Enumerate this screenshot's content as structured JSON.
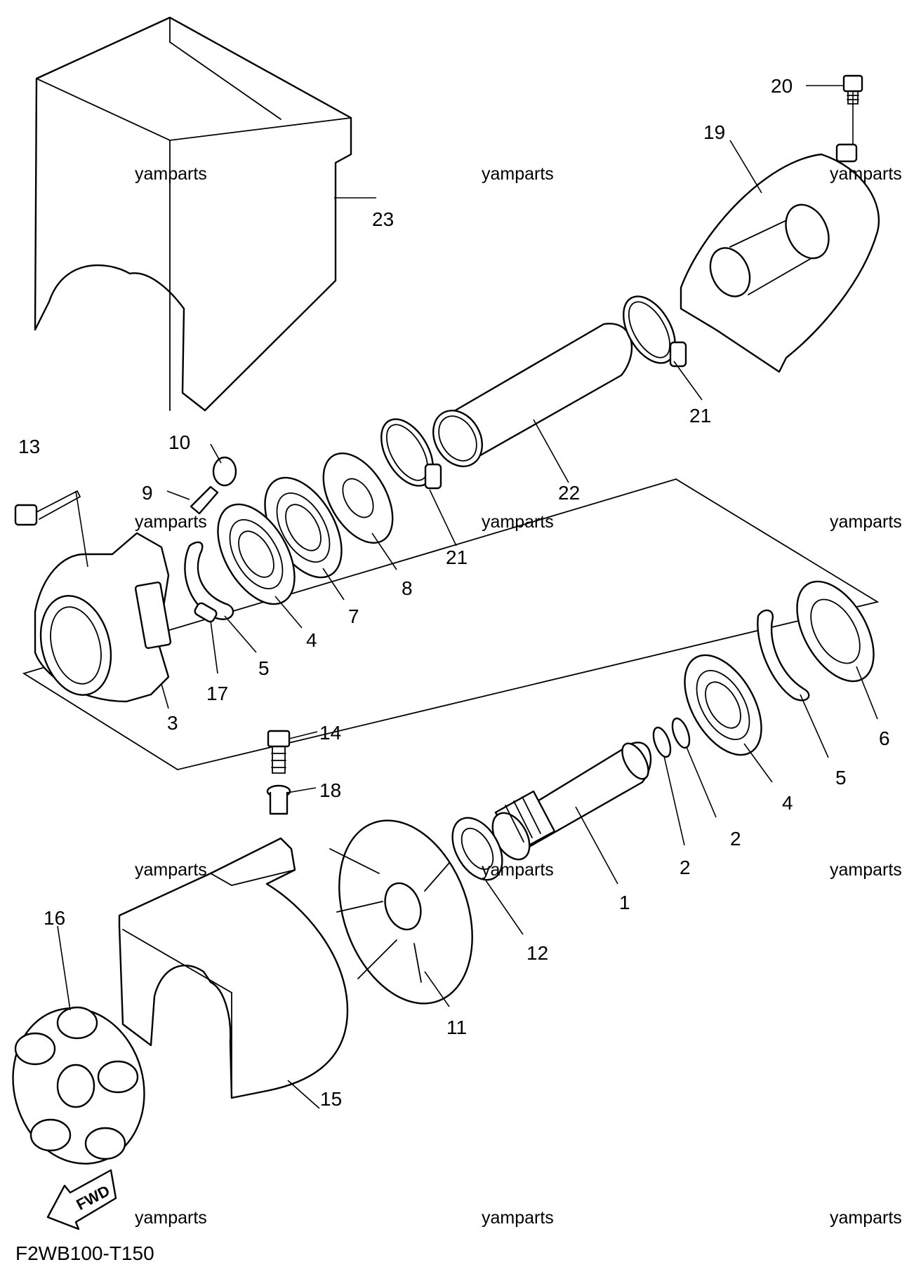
{
  "diagram": {
    "code": "F2WB100-T150",
    "fwd_label": "FWD",
    "watermark": "yamparts",
    "callouts": [
      {
        "id": "c23",
        "text": "23"
      },
      {
        "id": "c20",
        "text": "20"
      },
      {
        "id": "c19",
        "text": "19"
      },
      {
        "id": "c21a",
        "text": "21"
      },
      {
        "id": "c22",
        "text": "22"
      },
      {
        "id": "c21b",
        "text": "21"
      },
      {
        "id": "c13",
        "text": "13"
      },
      {
        "id": "c10",
        "text": "10"
      },
      {
        "id": "c9",
        "text": "9"
      },
      {
        "id": "c8",
        "text": "8"
      },
      {
        "id": "c7",
        "text": "7"
      },
      {
        "id": "c4a",
        "text": "4"
      },
      {
        "id": "c5a",
        "text": "5"
      },
      {
        "id": "c17",
        "text": "17"
      },
      {
        "id": "c3",
        "text": "3"
      },
      {
        "id": "c6",
        "text": "6"
      },
      {
        "id": "c5b",
        "text": "5"
      },
      {
        "id": "c4b",
        "text": "4"
      },
      {
        "id": "c2a",
        "text": "2"
      },
      {
        "id": "c2b",
        "text": "2"
      },
      {
        "id": "c1",
        "text": "1"
      },
      {
        "id": "c14",
        "text": "14"
      },
      {
        "id": "c18",
        "text": "18"
      },
      {
        "id": "c12",
        "text": "12"
      },
      {
        "id": "c11",
        "text": "11"
      },
      {
        "id": "c16",
        "text": "16"
      },
      {
        "id": "c15",
        "text": "15"
      }
    ]
  }
}
